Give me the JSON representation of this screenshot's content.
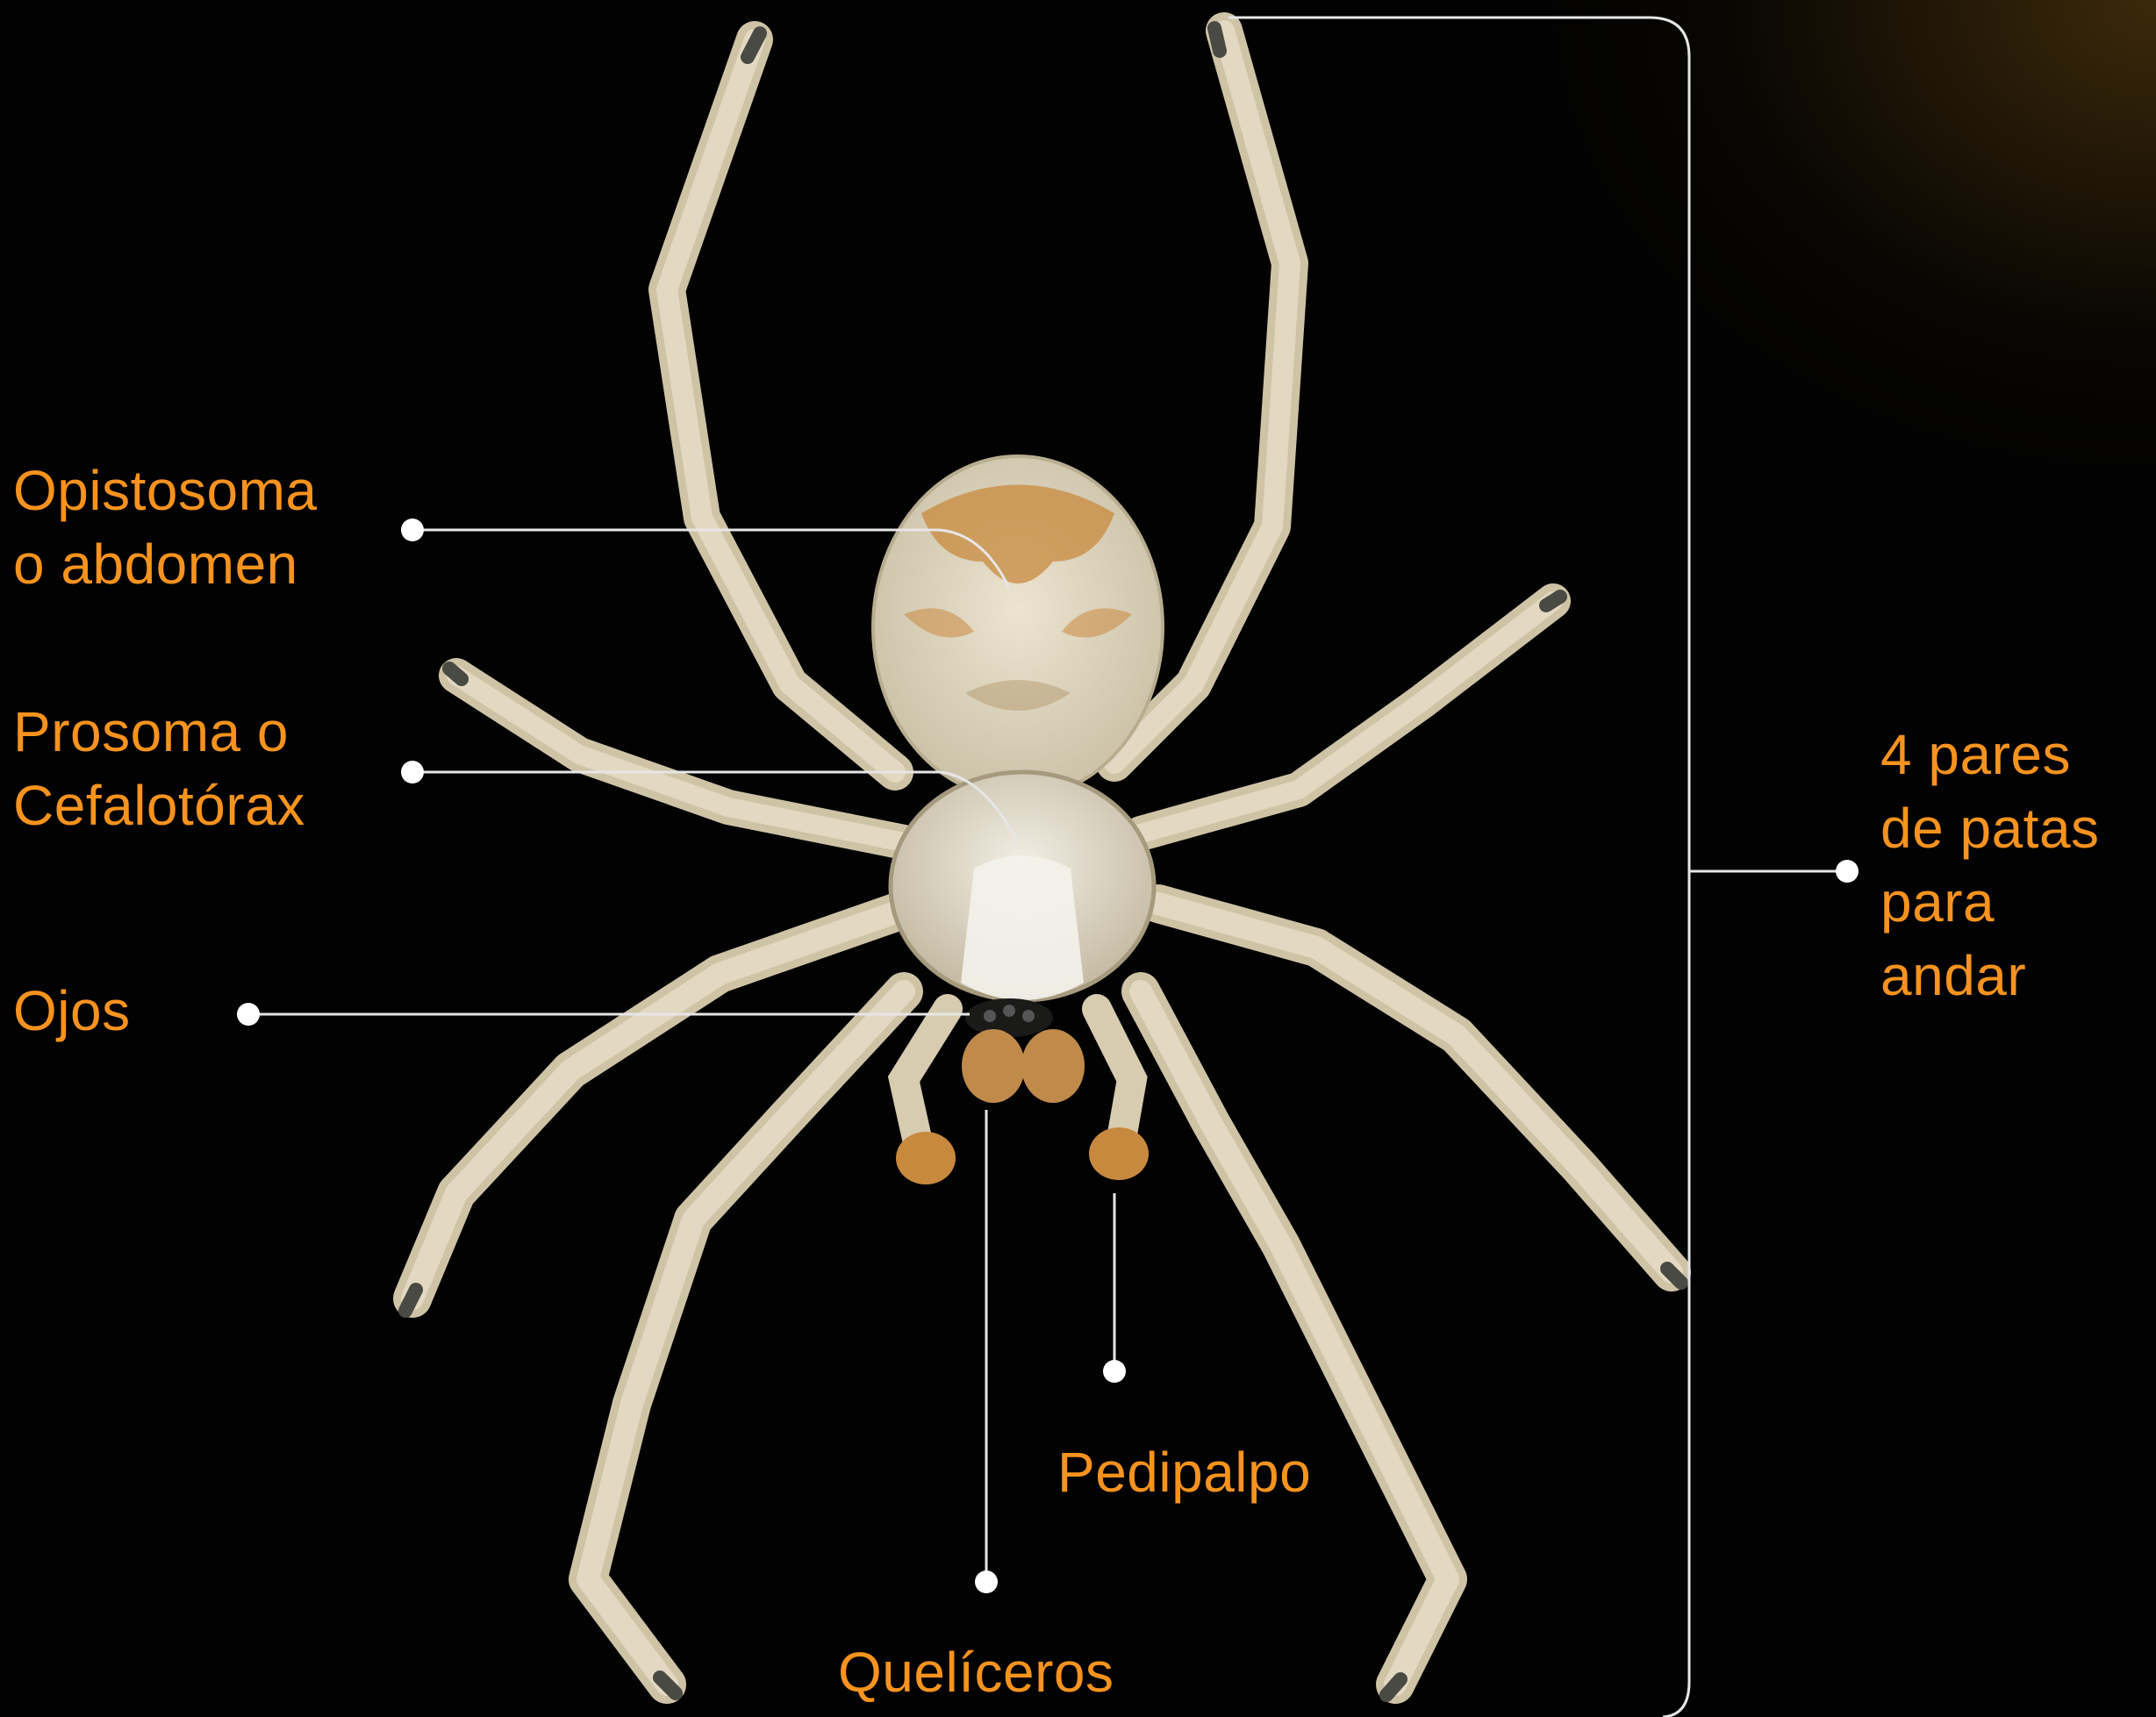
{
  "labels": {
    "opistosoma": [
      "Opistosoma",
      "o abdomen"
    ],
    "prosoma": [
      "Prosoma o",
      "Cefalotórax"
    ],
    "ojos": "Ojos",
    "pedipalpo": "Pedipalpo",
    "queliceros": "Quelíceros",
    "patas": [
      "4 pares",
      "de patas",
      "para",
      "andar"
    ]
  },
  "colors": {
    "label": "#f7931e",
    "leader_line": "#e6e6e6",
    "background": "#020202",
    "spider_body": "#e2d8c2",
    "spider_pattern": "#c8893e"
  }
}
